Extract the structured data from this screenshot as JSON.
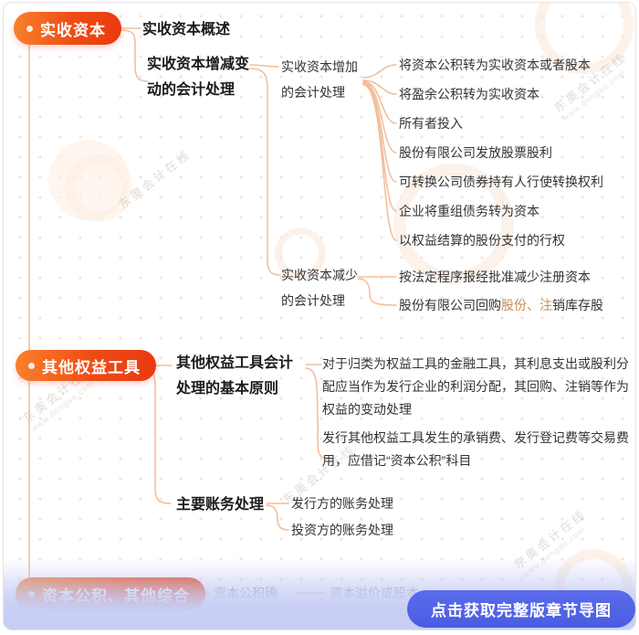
{
  "watermark": {
    "brand": "东奥会计在线",
    "url": "www.dongao.com"
  },
  "cta": {
    "label": "点击获取完整版章节导图"
  },
  "colors": {
    "pill_gradient_start": "#f9802c",
    "pill_gradient_end": "#e93a0f",
    "connector": "#f2bf9b",
    "button_blue": "#4e61e4",
    "fade_overlay": "#c7cef4",
    "highlight_text": "#c98b52"
  },
  "map": {
    "paid_in_capital": {
      "title": "实收资本",
      "overview": "实收资本概述",
      "changes": {
        "title": "实收资本增减变动的会计处理",
        "increase": {
          "title": "实收资本增加的会计处理",
          "items": [
            "将资本公积转为实收资本或者股本",
            "将盈余公积转为实收资本",
            "所有者投入",
            "股份有限公司发放股票股利",
            "可转换公司债券持有人行使转换权利",
            "企业将重组债务转为资本",
            "以权益结算的股份支付的行权"
          ]
        },
        "decrease": {
          "title": "实收资本减少的会计处理",
          "items": [
            "按法定程序报经批准减少注册资本"
          ],
          "item_repurchase": {
            "pre": "股份有限公司回购",
            "highlight": "股份、注",
            "post": "销库存股"
          }
        }
      }
    },
    "other_equity": {
      "title": "其他权益工具",
      "principle": {
        "title": "其他权益工具会计处理的基本原则",
        "items": [
          "对于归类为权益工具的金融工具，其利息支出或股利分配应当作为发行企业的利润分配，其回购、注销等作为权益的变动处理",
          "发行其他权益工具发生的承销费、发行登记费等交易费用，应借记“资本公积”科目"
        ]
      },
      "accounting": {
        "title": "主要账务处理",
        "items": [
          "发行方的账务处理",
          "投资方的账务处理"
        ]
      }
    },
    "capital_reserve": {
      "title": "资本公积、其他综合",
      "faded_items": [
        "资本公积确",
        "资本溢价或股本"
      ]
    }
  }
}
